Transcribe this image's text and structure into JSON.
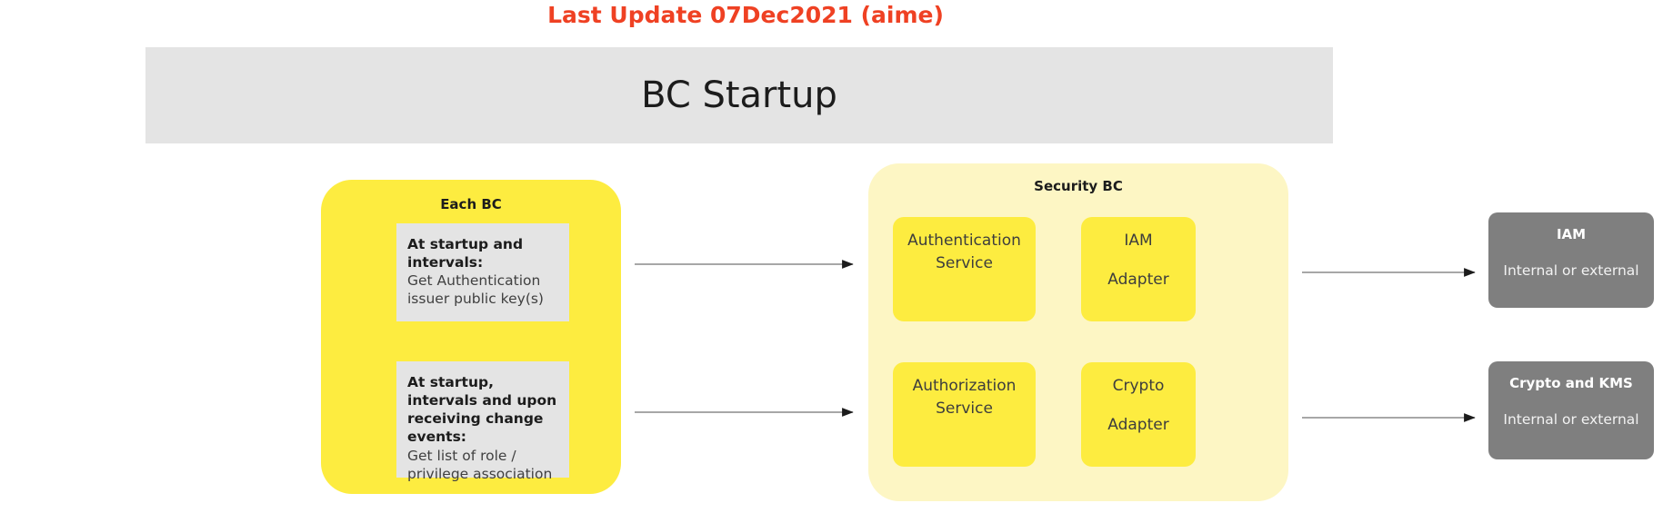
{
  "page": {
    "update_title": "Last Update 07Dec2021 (aime)",
    "header_title": "BC Startup",
    "accent_color": "#ef4123",
    "header_bg": "#e4e4e4",
    "yellow": "#fdec40",
    "pale_yellow": "#fdf6c4",
    "gray_box": "#7f7f7f"
  },
  "each_bc": {
    "title": "Each BC",
    "notes": [
      {
        "heading": "At startup and intervals:",
        "body": "Get Authentication issuer public key(s)"
      },
      {
        "heading": "At startup, intervals and upon receiving change events:",
        "body": "Get list of role / privilege association"
      }
    ]
  },
  "security_bc": {
    "title": "Security BC",
    "boxes": [
      {
        "line1": "Authentication",
        "line2": "Service",
        "style": "service"
      },
      {
        "line1": "IAM",
        "line2": "Adapter",
        "style": "adapter"
      },
      {
        "line1": "Authorization",
        "line2": "Service",
        "style": "service"
      },
      {
        "line1": "Crypto",
        "line2": "Adapter",
        "style": "adapter"
      }
    ]
  },
  "external": [
    {
      "title": "IAM",
      "subtitle": "Internal or external"
    },
    {
      "title": "Crypto and KMS",
      "subtitle": "Internal or external"
    }
  ]
}
